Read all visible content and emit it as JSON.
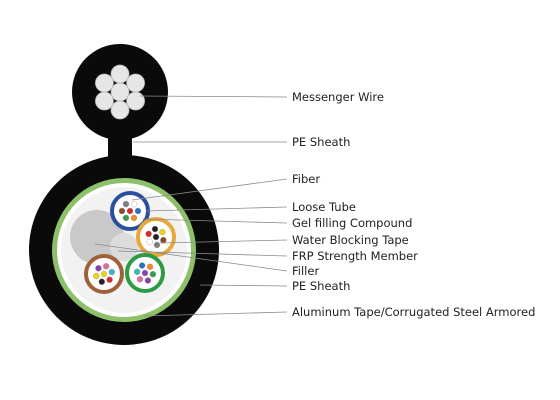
{
  "labels": {
    "messenger_wire": "Messenger Wire",
    "pe_sheath_top": "PE Sheath",
    "fiber": "Fiber",
    "loose_tube": "Loose Tube",
    "gel_filling": "Gel filling Compound",
    "water_blocking": "Water Blocking Tape",
    "frp": "FRP Strength Member",
    "filler": "Filler",
    "pe_sheath_inner": "PE Sheath",
    "armor": "Aluminum Tape/Corrugated Steel Armored"
  },
  "colors": {
    "sheath": "#0a0a0a",
    "armor_green": "#8cc06a",
    "inner_fill": "#f2f2f2",
    "blue_tube": "#2a4f9e",
    "orange_tube": "#e8a93a",
    "brown_tube": "#a0603a",
    "green_tube": "#2e9a46",
    "filler_gray": "#c9c9c9",
    "leader_line": "#8a8a8a"
  },
  "fiber_colors": [
    "#2d6fc4",
    "#f08a24",
    "#3a9b4a",
    "#8a4a2a",
    "#7d7d7d",
    "#ffffff",
    "#d42a2a",
    "#222222",
    "#e7d21f",
    "#8a3fb0",
    "#e26aa0",
    "#39b7c9"
  ]
}
